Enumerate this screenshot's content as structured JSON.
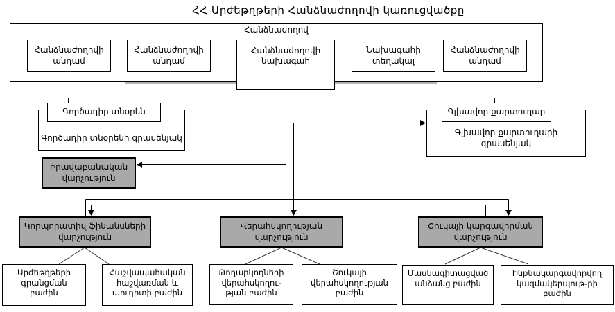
{
  "title": "ՀՀ Արժեթղթերի Հանձնաժողովի կառուցվածքը",
  "commission": {
    "label": "Հանձնաժողով",
    "member1": "Հանձնաժողովի\nանդամ",
    "member2": "Հանձնաժողովի\nանդամ",
    "chairman": "Հանձնաժողովի\nնախագահ",
    "deputy": "Նախագահի\nտեղակալ",
    "member3": "Հանձնաժողովի\nանդամ"
  },
  "executive": {
    "director": "Գործադիր տնօրեն",
    "office": "Գործադիր տնօրենի գրասենյակ"
  },
  "secretary": {
    "chief": "Գլխավոր քարտուղար",
    "office": "Գլխավոր քարտուղարի\nգրասենյակ"
  },
  "legal": {
    "label": "Իրավաբանական\nվարչություն"
  },
  "departments": {
    "corporate": "Կորպորատիվ ֆինանսների\nվարչություն",
    "supervision": "Վերահսկողության\nվարչություն",
    "market": "Շուկայի կարգավորման\nվարչություն"
  },
  "divisions": {
    "registration": "Արժեթղթերի\nգրանցման\nբաժին",
    "accounting": "Հաշվապահական\nհաշվառման և\nաուդիտի բաժին",
    "issuers": "Թողարկողների\nվերահսկողու-\nթյան բաժին",
    "market_supervision": "Շուկայի\nվերահսկողության\nբաժին",
    "specialized": "Մասնագիտացված\nանձանց բաժին",
    "self_regulatory": "Ինքնակարգավորվող\nկազմակերպութ-րի\nբաժին"
  },
  "colors": {
    "department_fill": "#a9a9a9",
    "line": "#000000"
  }
}
